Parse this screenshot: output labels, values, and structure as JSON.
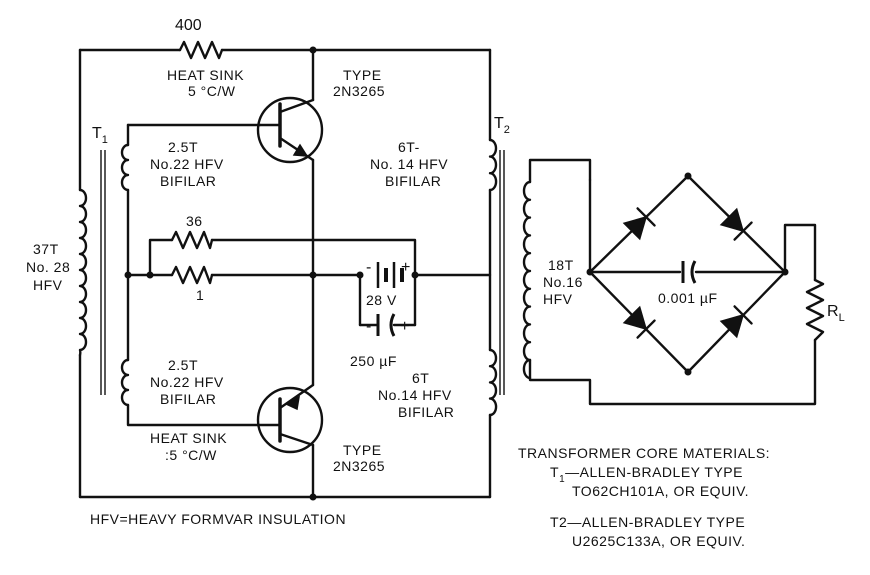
{
  "resistors": {
    "r_top": "400",
    "r_mid_upper": "36",
    "r_mid_lower": "1",
    "r_load": "R",
    "r_load_sub": "L"
  },
  "transistor_top": {
    "heat_sink_title": "HEAT SINK",
    "heat_sink_value": "5 °C/W",
    "type_line1": "TYPE",
    "type_line2": "2N3265"
  },
  "transistor_bottom": {
    "heat_sink_title": "HEAT SINK",
    "heat_sink_value": ":5 °C/W",
    "type_line1": "TYPE",
    "type_line2": "2N3265"
  },
  "t1": {
    "label": "T",
    "sub": "1",
    "primary_line1": "37T",
    "primary_line2": "No. 28",
    "primary_line3": "HFV",
    "sec_top_line1": "2.5T",
    "sec_top_line2": "No.22 HFV",
    "sec_top_line3": "BIFILAR",
    "sec_bot_line1": "2.5T",
    "sec_bot_line2": "No.22 HFV",
    "sec_bot_line3": "BIFILAR"
  },
  "t2": {
    "label": "T",
    "sub": "2",
    "pri_top_line1": "6T-",
    "pri_top_line2": "No. 14 HFV",
    "pri_top_line3": "BIFILAR",
    "pri_bot_line1": "6T",
    "pri_bot_line2": "No.14 HFV",
    "pri_bot_line3": "BIFILAR",
    "secondary_line1": "18T",
    "secondary_line2": "No.16",
    "secondary_line3": "HFV"
  },
  "supply": {
    "battery": "28 V",
    "cap": "250 µF",
    "minus": "-",
    "plus": "+"
  },
  "bridge": {
    "cap": "0.001 µF"
  },
  "notes": {
    "hfv": "HFV=HEAVY FORMVAR INSULATION",
    "core_title": "TRANSFORMER CORE MATERIALS:",
    "core_t1_prefix": "T",
    "core_t1_sub": "1",
    "core_t1_line1": "—ALLEN-BRADLEY TYPE",
    "core_t1_line2": "TO62CH101A, OR EQUIV.",
    "core_t2_line1": "T2—ALLEN-BRADLEY TYPE",
    "core_t2_line2": "U2625C133A, OR EQUIV."
  }
}
